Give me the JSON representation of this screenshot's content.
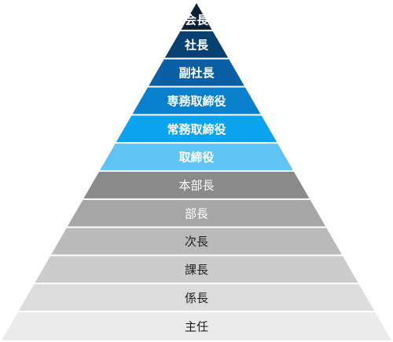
{
  "pyramid": {
    "tiers": [
      {
        "label": "会長",
        "fill": "#0d2036",
        "text_color": "#ffffff",
        "bold": true
      },
      {
        "label": "社長",
        "fill": "#074071",
        "text_color": "#ffffff",
        "bold": true
      },
      {
        "label": "副社長",
        "fill": "#0b5fa5",
        "text_color": "#ffffff",
        "bold": true
      },
      {
        "label": "専務取締役",
        "fill": "#0a80cd",
        "text_color": "#ffffff",
        "bold": true
      },
      {
        "label": "常務取締役",
        "fill": "#0ba3ed",
        "text_color": "#ffffff",
        "bold": true
      },
      {
        "label": "取締役",
        "fill": "#5fc3f4",
        "text_color": "#ffffff",
        "bold": true
      },
      {
        "label": "本部長",
        "fill": "#8a8a8a",
        "text_color": "#ffffff",
        "bold": false
      },
      {
        "label": "部長",
        "fill": "#a6a6a6",
        "text_color": "#ffffff",
        "bold": false
      },
      {
        "label": "次長",
        "fill": "#bababa",
        "text_color": "#222222",
        "bold": false
      },
      {
        "label": "課長",
        "fill": "#cccccc",
        "text_color": "#222222",
        "bold": false
      },
      {
        "label": "係長",
        "fill": "#dcdcdc",
        "text_color": "#222222",
        "bold": false
      },
      {
        "label": "主任",
        "fill": "#ebebeb",
        "text_color": "#222222",
        "bold": false
      }
    ]
  }
}
